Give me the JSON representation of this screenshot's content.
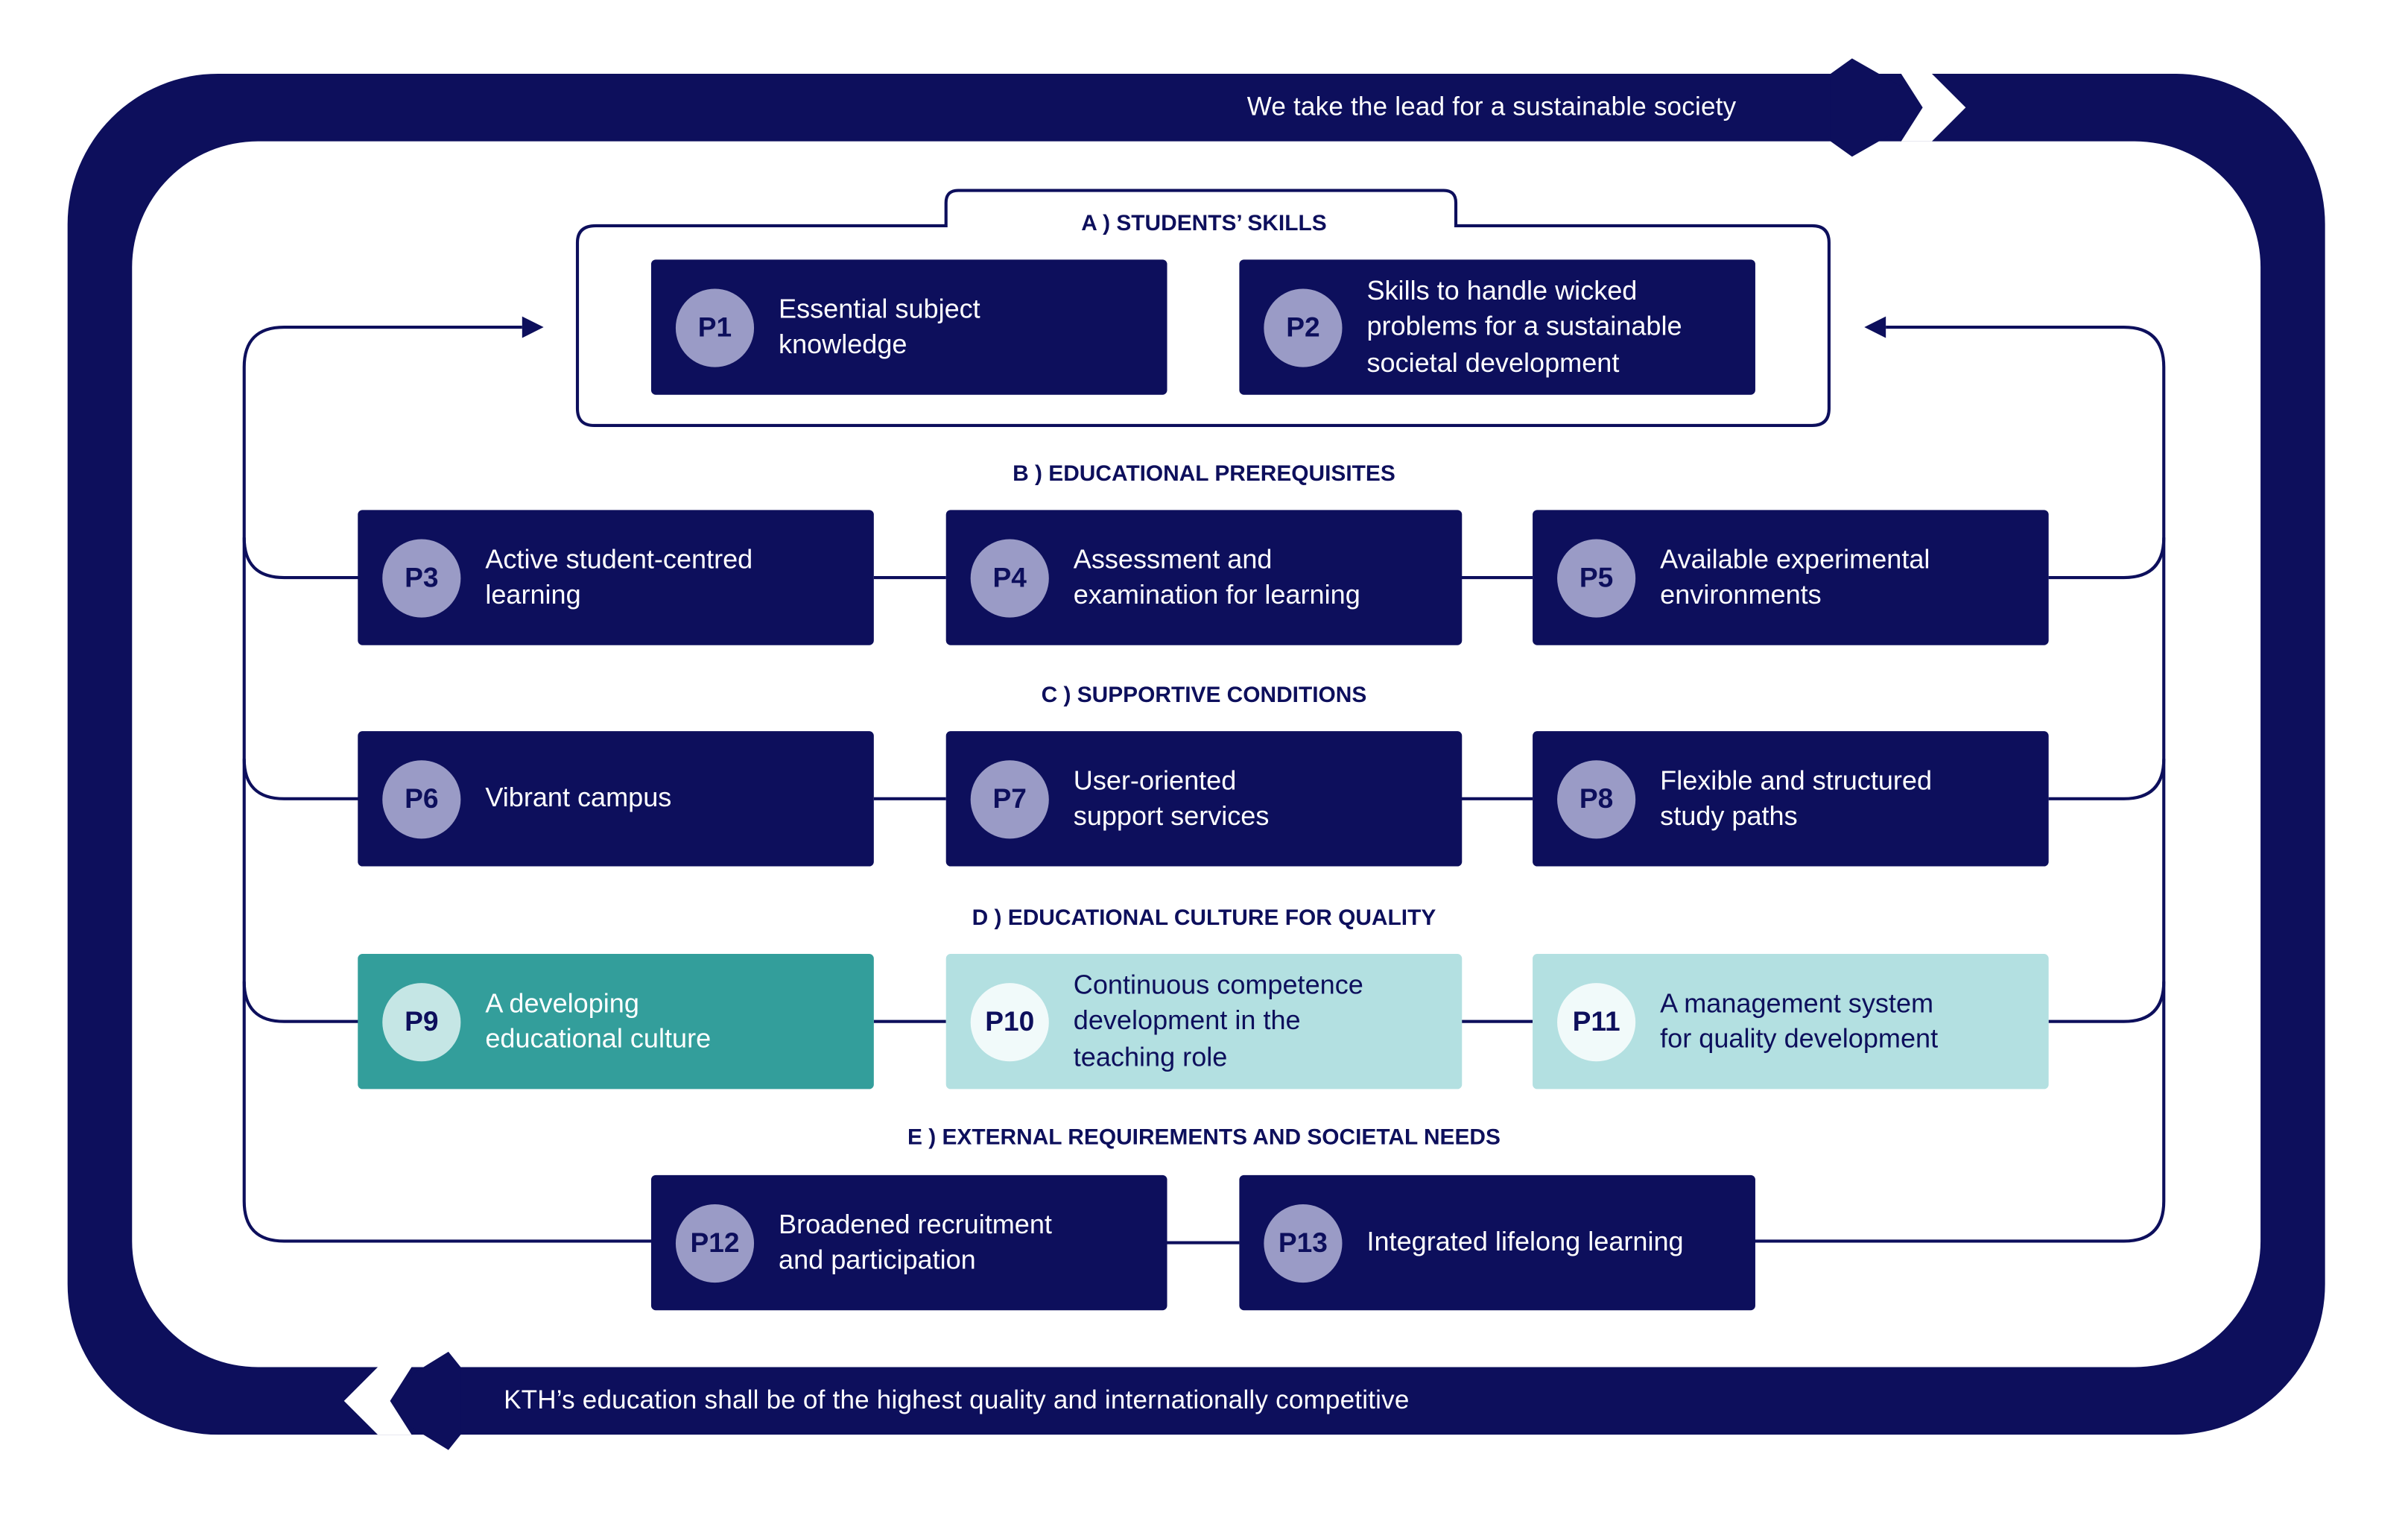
{
  "colors": {
    "navy": "#0d0f5c",
    "teal": "#339e9b",
    "light_teal": "#b3e0e1",
    "badge_lavender": "#9a9bc6",
    "white": "#ffffff"
  },
  "banners": {
    "top": "We take the lead for a sustainable society",
    "bottom": "KTH’s education shall be of the highest quality and internationally competitive"
  },
  "sections": {
    "a": "A )  STUDENTS’ SKILLS",
    "b": "B )  EDUCATIONAL PREREQUISITES",
    "c": "C )  SUPPORTIVE CONDITIONS",
    "d": "D )  EDUCATIONAL CULTURE FOR QUALITY",
    "e": "E )  EXTERNAL REQUIREMENTS AND SOCIETAL NEEDS"
  },
  "principles": {
    "p1": {
      "code": "P1",
      "text": "Essential subject\nknowledge"
    },
    "p2": {
      "code": "P2",
      "text": "Skills to handle wicked\nproblems for a sustainable\nsocietal development"
    },
    "p3": {
      "code": "P3",
      "text": "Active student-centred\nlearning"
    },
    "p4": {
      "code": "P4",
      "text": "Assessment and\nexamination for learning"
    },
    "p5": {
      "code": "P5",
      "text": "Available experimental\nenvironments"
    },
    "p6": {
      "code": "P6",
      "text": "Vibrant campus"
    },
    "p7": {
      "code": "P7",
      "text": "User-oriented\nsupport services"
    },
    "p8": {
      "code": "P8",
      "text": "Flexible and structured\nstudy paths"
    },
    "p9": {
      "code": "P9",
      "text": "A developing\neducational culture"
    },
    "p10": {
      "code": "P10",
      "text": "Continuous competence\ndevelopment in the\nteaching role"
    },
    "p11": {
      "code": "P11",
      "text": "A management system\nfor quality development"
    },
    "p12": {
      "code": "P12",
      "text": "Broadened recruitment\nand participation"
    },
    "p13": {
      "code": "P13",
      "text": "Integrated lifelong learning"
    }
  }
}
